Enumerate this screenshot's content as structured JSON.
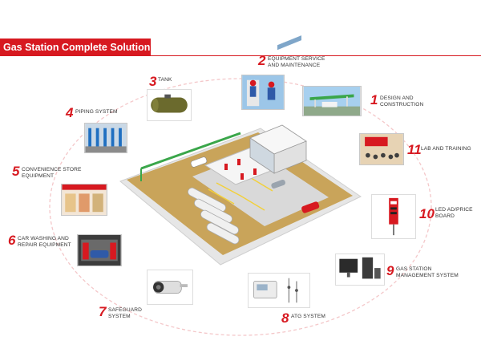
{
  "header": {
    "title": "Gas Station Complete  Solution"
  },
  "items": [
    {
      "num": "1",
      "label": "DESIGN AND\nCONSTRUCTION"
    },
    {
      "num": "2",
      "label": "EQUIPMENT SERVICE\nAND MAINTENANCE"
    },
    {
      "num": "3",
      "label": "TANK"
    },
    {
      "num": "4",
      "label": "PIPING SYSTEM"
    },
    {
      "num": "5",
      "label": "CONVENIENCE STORE\nEQUIPMENT"
    },
    {
      "num": "6",
      "label": "CAR WASHING AND\nREPAIR EQUIPMENT"
    },
    {
      "num": "7",
      "label": "SAFEGUARD\nSYSTEM"
    },
    {
      "num": "8",
      "label": "ATG SYSTEM"
    },
    {
      "num": "9",
      "label": "GAS STATION\nMANAGEMENT SYSTEM"
    },
    {
      "num": "10",
      "label": "LED AD/PRICE\nBOARD"
    },
    {
      "num": "11",
      "label": "LAB AND TRAINING"
    }
  ],
  "colors": {
    "accent": "#d71920",
    "ellipse": "#f4c7c9",
    "ground": "#c9a45a",
    "canopy": "#3aa64a"
  }
}
